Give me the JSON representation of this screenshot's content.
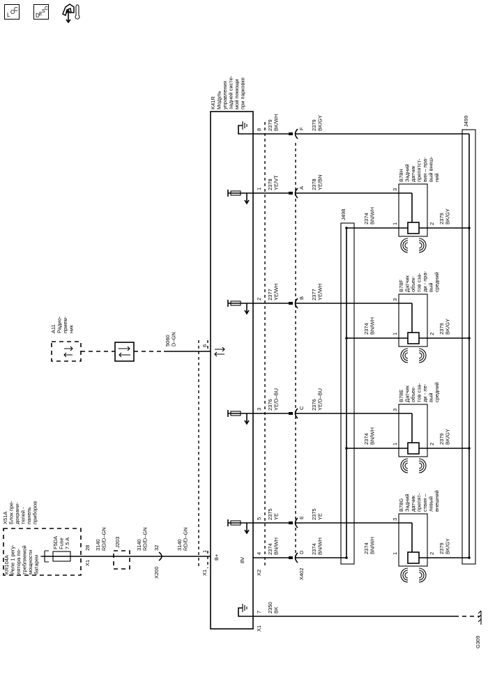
{
  "toolbar": {
    "loc": [
      "L",
      "O",
      "C"
    ],
    "desc": [
      "D",
      "E",
      "S",
      "C"
    ],
    "icons": [
      "location-view-icon",
      "description-view-icon",
      "connector-service-icon"
    ]
  },
  "labels": {
    "k41r": [
      "K41R",
      "Модуль",
      "управления",
      "задней систе-",
      "мой помощи",
      "при парковке"
    ],
    "a11": [
      "A11",
      "Радио-",
      "прием-",
      "ник"
    ],
    "x51a": [
      "X51A",
      "Блок пре-",
      "дохрани-",
      "телей -",
      "панель",
      "приборов"
    ],
    "kr104a": [
      "KR104A",
      "Реле 1 регу-",
      "лятора по-",
      "требляемой",
      "мощности",
      "батареи"
    ],
    "f5da": [
      "F5DA",
      "Fuse",
      "7.5 A"
    ],
    "x1_top_pin": [
      "28"
    ],
    "x1_top": [
      "X1"
    ],
    "w3140a": [
      "3140",
      "RD/D–GN"
    ],
    "j203": [
      "J203"
    ],
    "w3140b": [
      "3140",
      "RD/D–GN"
    ],
    "pin32": [
      "32"
    ],
    "x200": [
      "X200"
    ],
    "w3140c": [
      "3140",
      "RD/D–GN"
    ],
    "x1_pin1": [
      "1"
    ],
    "x1_mod": [
      "X1"
    ],
    "bplus": [
      "B+"
    ],
    "v8": [
      "8V"
    ],
    "w5060": [
      "5060",
      "D–GN"
    ],
    "pin6": [
      "6"
    ],
    "x2": [
      "X2"
    ],
    "x402": [
      "X402"
    ],
    "pin7": [
      "7"
    ],
    "w2350": [
      "2350",
      "BK"
    ],
    "x1_gnd": [
      "X1"
    ],
    "j498": [
      "J498"
    ],
    "j499": [
      "J499"
    ],
    "g309": [
      "G309"
    ]
  },
  "rows": [
    {
      "id": "F",
      "pin": "8",
      "wire_in": [
        "2379",
        "BK/WH"
      ],
      "letter": "F",
      "wire_out": [
        "2379",
        "BK/GY"
      ]
    },
    {
      "id": "A",
      "pin": "1",
      "wire_in": [
        "2378",
        "YE/VT"
      ],
      "letter": "A",
      "wire_out": [
        "2378",
        "YE/BN"
      ]
    },
    {
      "id": "B",
      "pin": "2",
      "wire_in": [
        "2377",
        "YE/WH"
      ],
      "letter": "B",
      "wire_out": [
        "2377",
        "YE/WH"
      ]
    },
    {
      "id": "C",
      "pin": "3",
      "wire_in": [
        "2376",
        "YE/D–BU"
      ],
      "letter": "C",
      "wire_out": [
        "2376",
        "YE/D–BU"
      ]
    },
    {
      "id": "E",
      "pin": "5",
      "wire_in": [
        "2375",
        "YE"
      ],
      "letter": "E",
      "wire_out": [
        "2375",
        "YE"
      ]
    },
    {
      "id": "D",
      "pin": "4",
      "wire_in": [
        "2374",
        "BN/WH"
      ],
      "letter": "D",
      "wire_out": [
        "2374",
        "BN/WH"
      ]
    }
  ],
  "sensors": [
    {
      "id": "B78H",
      "label": [
        "B78H",
        "Задний",
        "датчик",
        "препятст-",
        "вия – пра-",
        "вый внеш-",
        "ний"
      ],
      "pin_sig": "3",
      "pin_ref": "1",
      "pin_gnd": "2",
      "wire_ref": [
        "2374",
        "BN/WH"
      ],
      "wire_gnd": [
        "2379",
        "BK/GY"
      ]
    },
    {
      "id": "B78F",
      "label": [
        "B78F",
        "Датчик",
        "объек-",
        "тов сза-",
        "ди - пра-",
        "вый",
        "средний"
      ],
      "pin_sig": "3",
      "pin_ref": "1",
      "pin_gnd": "2",
      "wire_ref": [
        "2374",
        "BN/WH"
      ],
      "wire_gnd": [
        "2379",
        "BK/GY"
      ]
    },
    {
      "id": "B78E",
      "label": [
        "B78E",
        "Датчик",
        "объек-",
        "тов сза-",
        "ди - ле-",
        "вый",
        "средний"
      ],
      "pin_sig": "3",
      "pin_ref": "1",
      "pin_gnd": "2",
      "wire_ref": [
        "2374",
        "BN/WH"
      ],
      "wire_gnd": [
        "2379",
        "BK/GY"
      ]
    },
    {
      "id": "B78G",
      "label": [
        "B78G",
        "Задний",
        "датчик",
        "препят-",
        "ствия –",
        "левый",
        "внешний"
      ],
      "pin_sig": "3",
      "pin_ref": "1",
      "pin_gnd": "2",
      "wire_ref": [
        "2374",
        "BN/WH"
      ],
      "wire_gnd": [
        "2379",
        "BK/GY"
      ]
    }
  ]
}
